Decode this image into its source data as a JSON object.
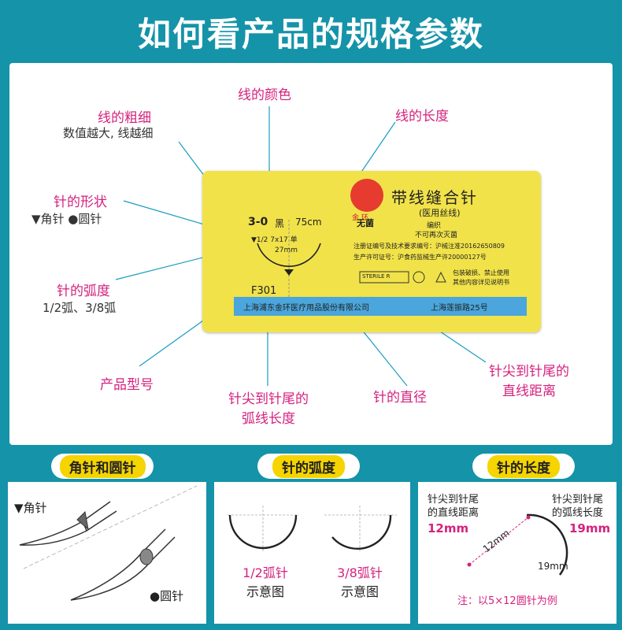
{
  "title": "如何看产品的规格参数",
  "labels": {
    "thread_color": "线的颜色",
    "thread_thickness": "线的粗细",
    "thickness_note": "数值越大, 线越细",
    "thread_length": "线的长度",
    "needle_shape": "针的形状",
    "shape_options": "▼角针 ●圆针",
    "needle_arc": "针的弧度",
    "arc_options": "1/2弧、3/8弧",
    "product_model": "产品型号",
    "tip_to_tail_arc_line1": "针尖到针尾的",
    "tip_to_tail_arc_line2": "弧线长度",
    "needle_diameter": "针的直径",
    "tip_to_tail_straight_line1": "针尖到针尾的",
    "tip_to_tail_straight_line2": "直线距离"
  },
  "package": {
    "spec": "3-0",
    "color": "黑",
    "length": "75cm",
    "needle_spec": "▼1/2  7x17 单",
    "chord": "27mm",
    "model": "F301",
    "brand_name": "带线缝合针",
    "subtitle": "(医用丝线)",
    "sterile_text": "无菌",
    "material": "编织",
    "no_resterilize": "不可再次灭菌",
    "registration": "注册证编号及技术要求编号：沪械注准20162650809",
    "production_license": "生产许可证号：沪食药监械生产许20000127号",
    "sterile_badge": "STERILE R",
    "warning_line1": "包装破损、禁止使用",
    "warning_line2": "其他内容详见说明书",
    "company": "上海浦东金环医疗用品股份有限公司",
    "address": "上海莲振路25号",
    "logo_text": "金 环"
  },
  "sections": {
    "needle_types": {
      "title": "角针和圆针",
      "triangle_label": "▼角针",
      "round_label": "●圆针"
    },
    "needle_arc": {
      "title": "针的弧度",
      "half_line1": "1/2弧针",
      "half_line2": "示意图",
      "three_eighths_line1": "3/8弧针",
      "three_eighths_line2": "示意图"
    },
    "needle_length": {
      "title": "针的长度",
      "straight_line1": "针尖到针尾",
      "straight_line2": "的直线距离",
      "straight_value": "12mm",
      "arc_line1": "针尖到针尾",
      "arc_line2": "的弧线长度",
      "arc_value": "19mm",
      "diagram_chord": "12mm",
      "diagram_arc": "19mm",
      "note": "注：以5×12圆针为例"
    }
  },
  "colors": {
    "background": "#1593a8",
    "accent_magenta": "#d4227e",
    "package_yellow": "#f1e24a",
    "package_blue": "#4aa6dc",
    "pill_yellow": "#f5d400"
  }
}
